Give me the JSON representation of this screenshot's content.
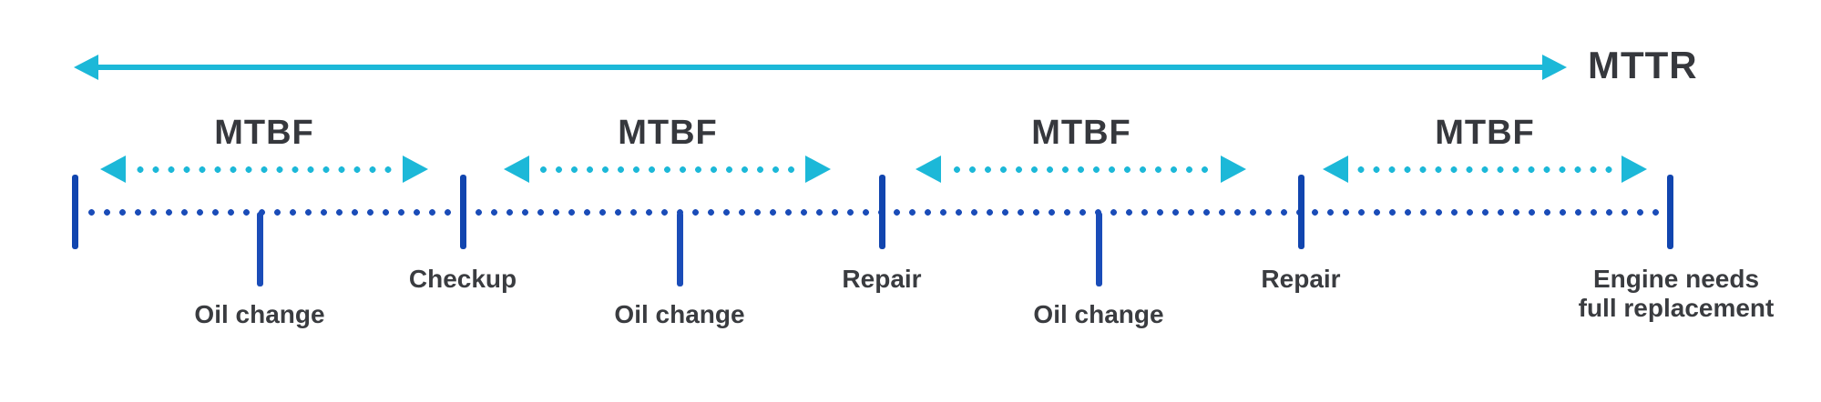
{
  "mttr": {
    "label": "MTTR"
  },
  "mtbf_sections": [
    {
      "label": "MTBF"
    },
    {
      "label": "MTBF"
    },
    {
      "label": "MTBF"
    },
    {
      "label": "MTBF"
    }
  ],
  "timeline": {
    "events": [
      {
        "label": "Oil change",
        "type": "minor"
      },
      {
        "label": "Checkup",
        "type": "major"
      },
      {
        "label": "Oil change",
        "type": "minor"
      },
      {
        "label": "Repair",
        "type": "major"
      },
      {
        "label": "Oil change",
        "type": "minor"
      },
      {
        "label": "Repair",
        "type": "major"
      },
      {
        "label": "Engine needs full replacement",
        "type": "end",
        "label_lines": [
          "Engine needs",
          "full replacement"
        ]
      }
    ]
  },
  "colors": {
    "accent_cyan": "#1CB8D8",
    "timeline_blue": "#1A4CB8",
    "tick_blue": "#1145AF",
    "text_dark": "#36383D"
  }
}
